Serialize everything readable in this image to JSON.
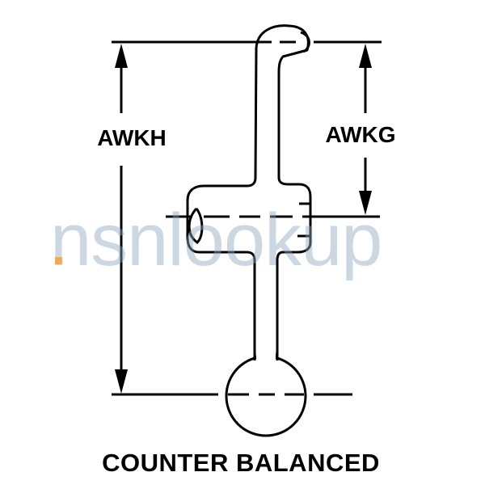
{
  "diagram": {
    "label_left": "AWKH",
    "label_right": "AWKG",
    "caption": "COUNTER BALANCED"
  },
  "watermark": {
    "text": "nsnlookup",
    "color": "#8fa8c0",
    "dot_color": "#f0a040"
  }
}
